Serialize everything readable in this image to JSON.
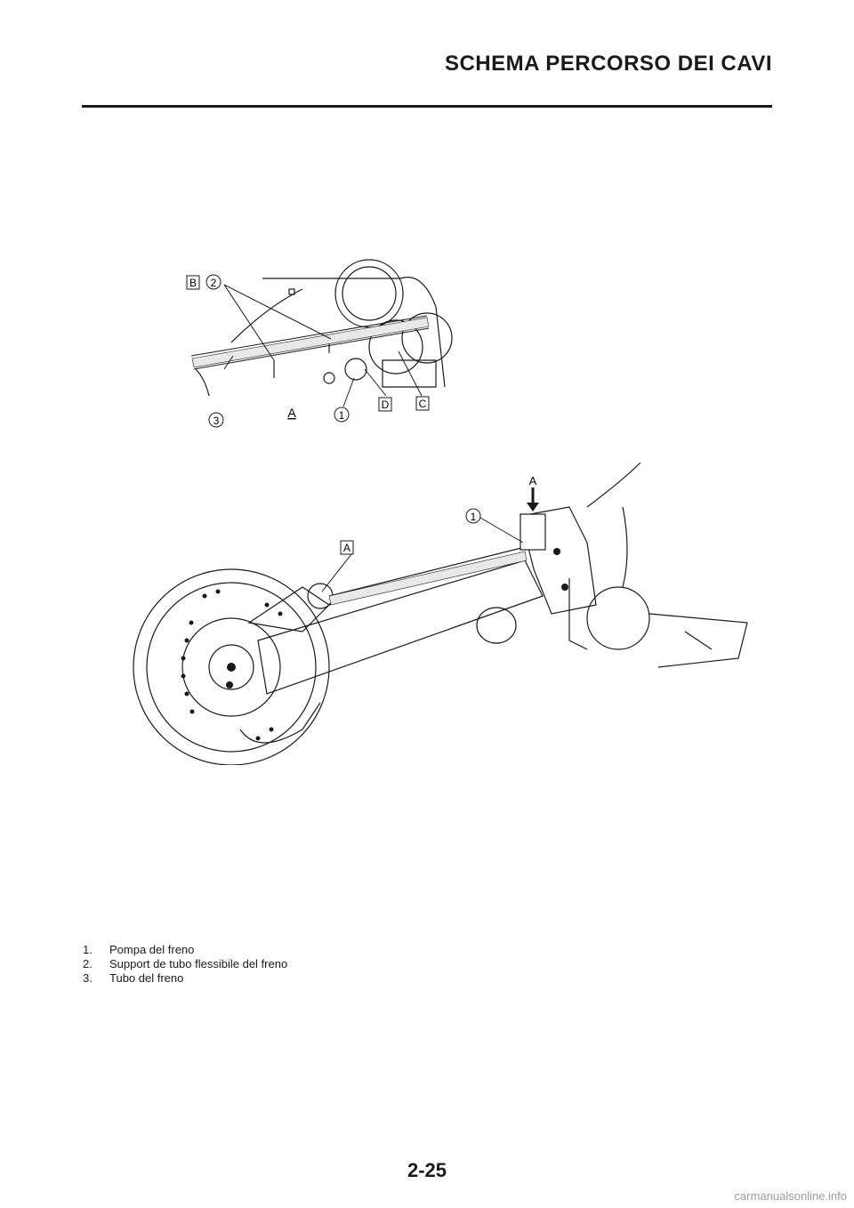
{
  "header": {
    "title": "SCHEMA PERCORSO DEI CAVI"
  },
  "figure_top": {
    "callout_B": "B",
    "callout_2": "2",
    "callout_3": "3",
    "callout_A": "A",
    "callout_1": "1",
    "callout_D": "D",
    "callout_C": "C"
  },
  "figure_main": {
    "arrow_label": "A",
    "callout_1": "1",
    "callout_A": "A"
  },
  "legend": [
    {
      "num": "1.",
      "text": "Pompa del freno"
    },
    {
      "num": "2.",
      "text": "Support de tubo flessibile del freno"
    },
    {
      "num": "3.",
      "text": "Tubo del freno"
    }
  ],
  "footer": {
    "page_number": "2-25",
    "watermark": "carmanualsonline.info"
  }
}
